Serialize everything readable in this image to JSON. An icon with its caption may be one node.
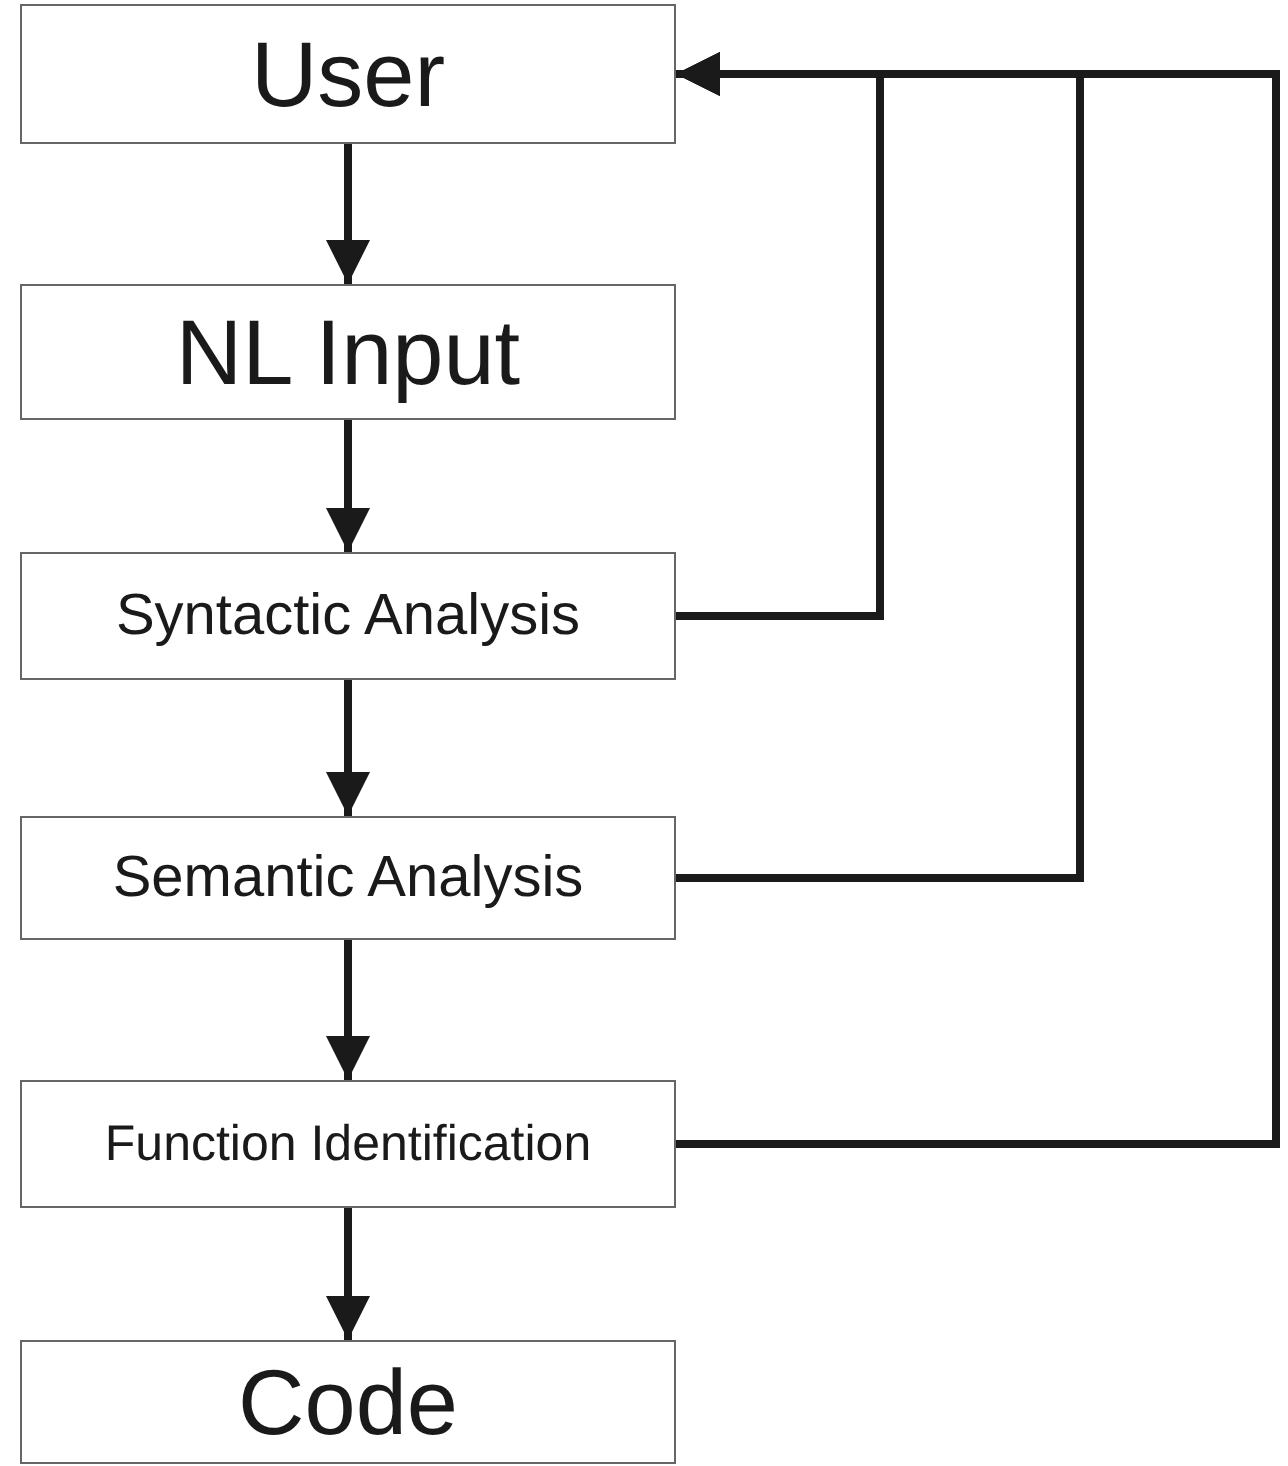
{
  "diagram": {
    "nodes": [
      {
        "text": [
          "User"
        ]
      },
      {
        "text": [
          "NL Input"
        ]
      },
      {
        "text": [
          "Syntactic Analysis"
        ]
      },
      {
        "text": [
          "Semantic Analysis"
        ]
      },
      {
        "text": [
          "Function Identification"
        ]
      },
      {
        "text": [
          "Code"
        ]
      }
    ],
    "edges": [
      {
        "from": 0,
        "to": 1,
        "arrow": "to"
      },
      {
        "from": 1,
        "to": 2,
        "arrow": "to"
      },
      {
        "from": 2,
        "to": 3,
        "arrow": "to"
      },
      {
        "from": 3,
        "to": 4,
        "arrow": "to"
      },
      {
        "from": 4,
        "to": 5,
        "arrow": "to"
      },
      {
        "from": 2,
        "to": 0,
        "arrow": "to"
      },
      {
        "from": 3,
        "to": 0,
        "arrow": "to"
      },
      {
        "from": 4,
        "to": 0,
        "arrow": "to"
      }
    ]
  }
}
